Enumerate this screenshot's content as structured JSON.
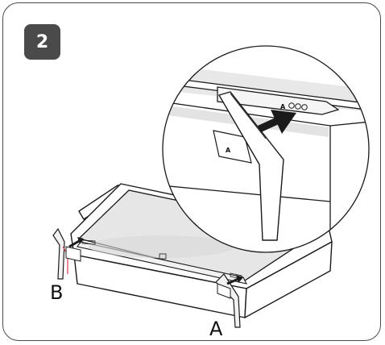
{
  "step": {
    "number": "2"
  },
  "callouts": {
    "leg_b": "B",
    "leg_a": "A"
  },
  "labels": {
    "tag_a": "A",
    "slot_a": "A"
  },
  "colors": {
    "badge": "#4a4a4a",
    "shade": "#e4e4e4",
    "line": "#1a1a1a",
    "accent": "#d63b4a"
  },
  "icons": {
    "arrow": "insert-arrow-icon"
  }
}
